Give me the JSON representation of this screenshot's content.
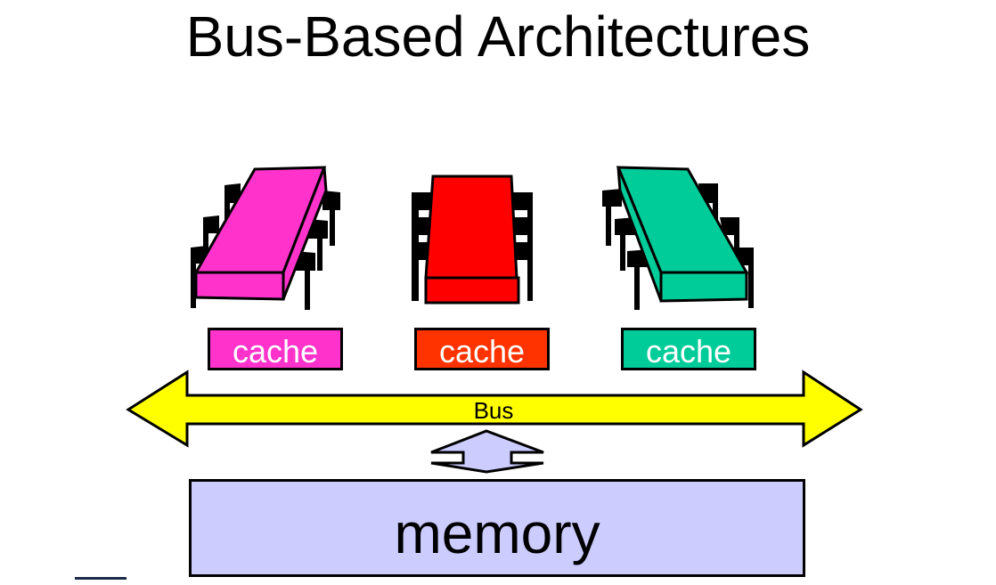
{
  "title": "Bus-Based Architectures",
  "processors": [
    {
      "color": "#ff33cc",
      "side": "#ff33cc"
    },
    {
      "color": "#ff0000",
      "side": "#ee0000"
    },
    {
      "color": "#00cc99",
      "side": "#00cc99"
    }
  ],
  "caches": [
    {
      "label": "cache",
      "color": "#ff33cc"
    },
    {
      "label": "cache",
      "color": "#ff3300"
    },
    {
      "label": "cache",
      "color": "#00cc99"
    }
  ],
  "bus": {
    "label": "Bus",
    "color": "#ffff00"
  },
  "memory": {
    "label": "memory",
    "color": "#ccccff"
  },
  "connector_color": "#ccccff"
}
